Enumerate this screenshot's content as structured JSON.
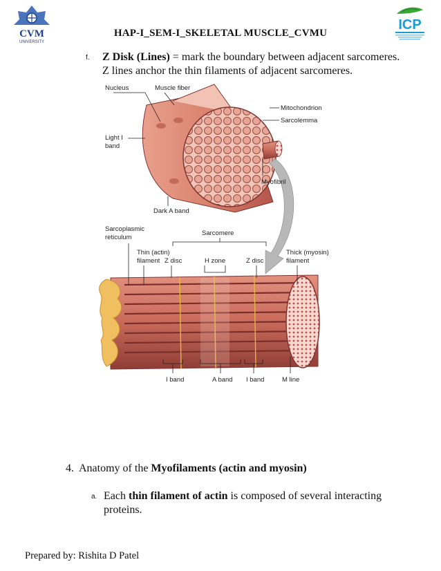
{
  "header": {
    "title": "HAP-I_SEM-I_SKELETAL MUSCLE_CVMU",
    "left_logo": {
      "icon": "cvm-university-logo-icon",
      "text": "CVM",
      "subtext": "UNIVERSITY",
      "color": "#1c3f8c"
    },
    "right_logo": {
      "icon": "icp-college-logo-icon",
      "text": "ICP",
      "color": "#1a9bd6",
      "leaf_color": "#3aa838"
    }
  },
  "section_f": {
    "marker": "f.",
    "term": "Z Disk (Lines)",
    "rest_line1": " = mark the boundary between adjacent sarcomeres.",
    "line2": "Z lines anchor the thin filaments of adjacent sarcomeres."
  },
  "figure": {
    "labels": {
      "nucleus": "Nucleus",
      "muscle_fiber": "Muscle fiber",
      "mitochondrion": "Mitochondrion",
      "sarcolemma": "Sarcolemma",
      "light_i_band_1": "Light I",
      "light_i_band_2": "band",
      "myofibril": "Myofibril",
      "dark_a_band": "Dark A band",
      "sarcoplasmic_1": "Sarcoplasmic",
      "sarcoplasmic_2": "reticulum",
      "sarcomere": "Sarcomere",
      "thin_1": "Thin (actin)",
      "thin_2": "filament",
      "z_disc_left": "Z disc",
      "h_zone": "H zone",
      "z_disc_right": "Z disc",
      "thick_1": "Thick (myosin)",
      "thick_2": "filament",
      "i_band_left": "I band",
      "a_band": "A band",
      "i_band_right": "I band",
      "m_line": "M line"
    },
    "colors": {
      "muscle": "#d9826e",
      "muscle_dark": "#b4544a",
      "fibril": "#c86a5a",
      "reticulum": "#f0c060",
      "arrow": "#b8b8b8"
    }
  },
  "section_4": {
    "marker": "4.",
    "prefix": "Anatomy of the ",
    "term": "Myofilaments (actin and myosin)"
  },
  "section_4a": {
    "marker": "a.",
    "prefix": "Each ",
    "term": "thin filament of actin",
    "rest_line1": " is composed of several interacting",
    "line2": "proteins."
  },
  "footer": {
    "text": "Prepared by: Rishita D Patel"
  }
}
